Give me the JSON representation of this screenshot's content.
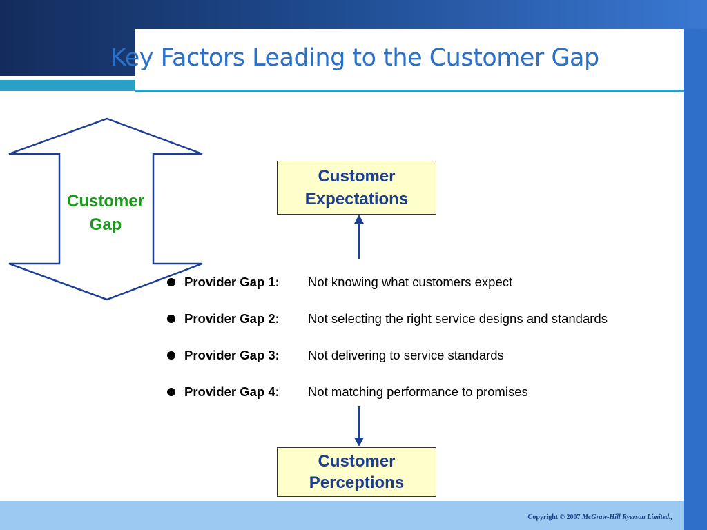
{
  "slide": {
    "title": "Key Factors Leading to the Customer Gap",
    "colors": {
      "header_dark": "#142c5c",
      "header_light": "#3a78d2",
      "accent_teal": "#2aa0c6",
      "title_blue": "#2a72c9",
      "box_fill": "#ffffcc",
      "box_text": "#1b3e91",
      "gap_label": "#1d9a1d",
      "footer_bar": "#9cc9f2"
    }
  },
  "diagram": {
    "customer_gap_label": [
      "Customer",
      "Gap"
    ],
    "expectations_box": [
      "Customer",
      "Expectations"
    ],
    "perceptions_box": [
      "Customer",
      "Perceptions"
    ],
    "provider_gaps": [
      {
        "label": "Provider Gap 1:",
        "description": "Not knowing what customers expect"
      },
      {
        "label": "Provider Gap 2:",
        "description": "Not selecting the right service designs and standards"
      },
      {
        "label": "Provider Gap 3:",
        "description": "Not delivering to service standards"
      },
      {
        "label": "Provider Gap 4:",
        "description": "Not matching performance to promises"
      }
    ]
  },
  "footer": {
    "copyright_prefix": "Copyright © 2007",
    "publisher": "McGraw-Hill Ryerson Limited.,"
  }
}
